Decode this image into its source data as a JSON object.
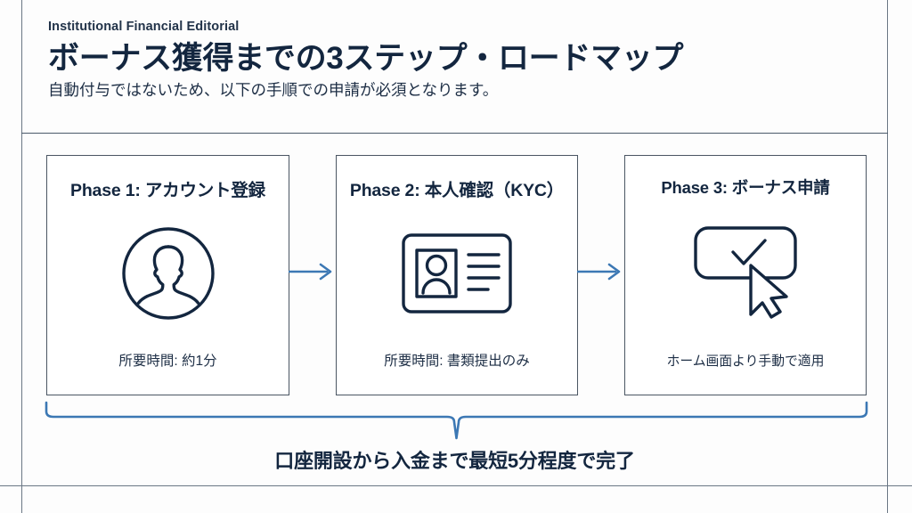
{
  "header": {
    "eyebrow": "Institutional Financial Editorial",
    "title": "ボーナス獲得までの3ステップ・ロードマップ",
    "subtitle": "自動付与ではないため、以下の手順での申請が必須となります。"
  },
  "phases": [
    {
      "title": "Phase 1: アカウント登録",
      "note": "所要時間: 約1分",
      "icon": "user-avatar-icon"
    },
    {
      "title": "Phase 2: 本人確認（KYC）",
      "note": "所要時間: 書類提出のみ",
      "icon": "id-card-icon"
    },
    {
      "title": "Phase 3: ボーナス申請",
      "note": "ホーム画面より手動で適用",
      "icon": "checkbox-cursor-icon"
    }
  ],
  "connectors": {
    "arrow_1": "arrow-right-icon",
    "arrow_2": "arrow-right-icon"
  },
  "summary": {
    "bracket": "summary-bracket-icon",
    "text": "口座開設から入金まで最短5分程度で完了"
  },
  "colors": {
    "ink": "#13263f",
    "frame": "#4b5663",
    "accent_blue": "#3c78b4"
  }
}
